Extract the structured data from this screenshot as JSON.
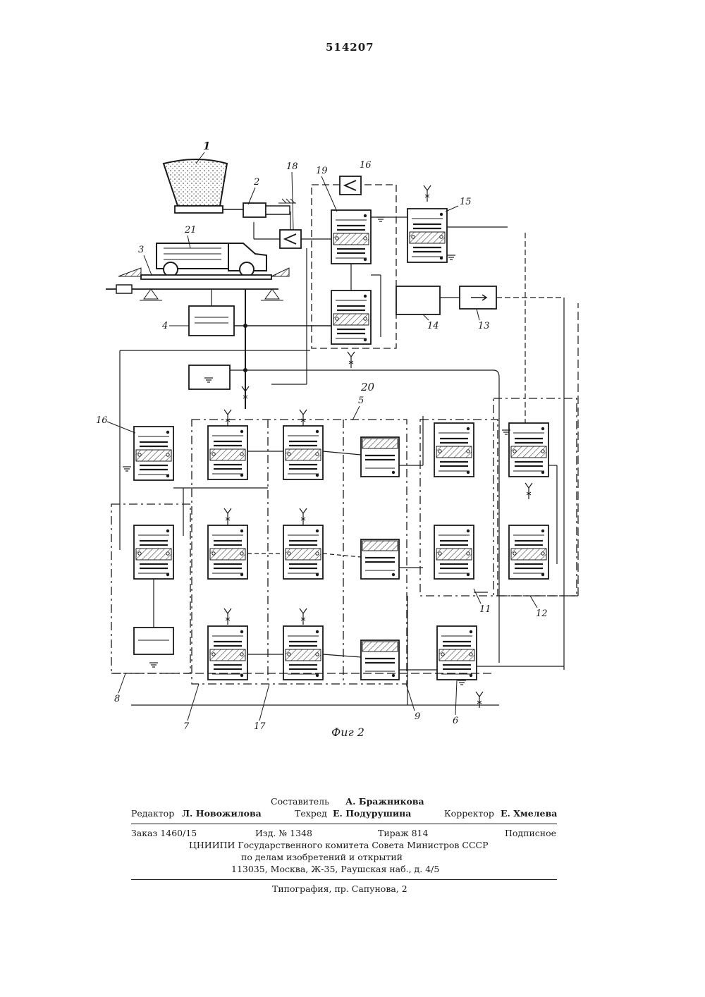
{
  "patent_number": "514207",
  "figure": {
    "caption": "Фиг 2",
    "labels": {
      "hopper": "1",
      "feeder": "2",
      "platform": "3",
      "sensor": "4",
      "block_matrix": "5",
      "block_6": "6",
      "block_7": "7",
      "block_8": "8",
      "block_9": "9",
      "block_11": "11",
      "block_12": "12",
      "block_13": "13",
      "block_14": "14",
      "block_15": "15",
      "comparator_top": "16",
      "block_16_left": "16",
      "block_17": "17",
      "comparator_18": "18",
      "block_19": "19",
      "block_20": "20",
      "truck": "21"
    }
  },
  "colophon": {
    "compiler_role": "Составитель",
    "compiler_name": "А. Бражникова",
    "editor_role": "Редактор",
    "editor_name": "Л. Новожилова",
    "techred_role": "Техред",
    "techred_name": "Е. Подурушина",
    "corrector_role": "Корректор",
    "corrector_name": "Е. Хмелева",
    "order": "Заказ 1460/15",
    "edition": "Изд. № 1348",
    "circulation": "Тираж 814",
    "subscription": "Подписное",
    "org_line1": "ЦНИИПИ Государственного комитета Совета Министров СССР",
    "org_line2": "по делам изобретений и открытий",
    "address": "113035, Москва, Ж-35, Раушская наб., д. 4/5",
    "printer": "Типография, пр. Сапунова, 2"
  }
}
